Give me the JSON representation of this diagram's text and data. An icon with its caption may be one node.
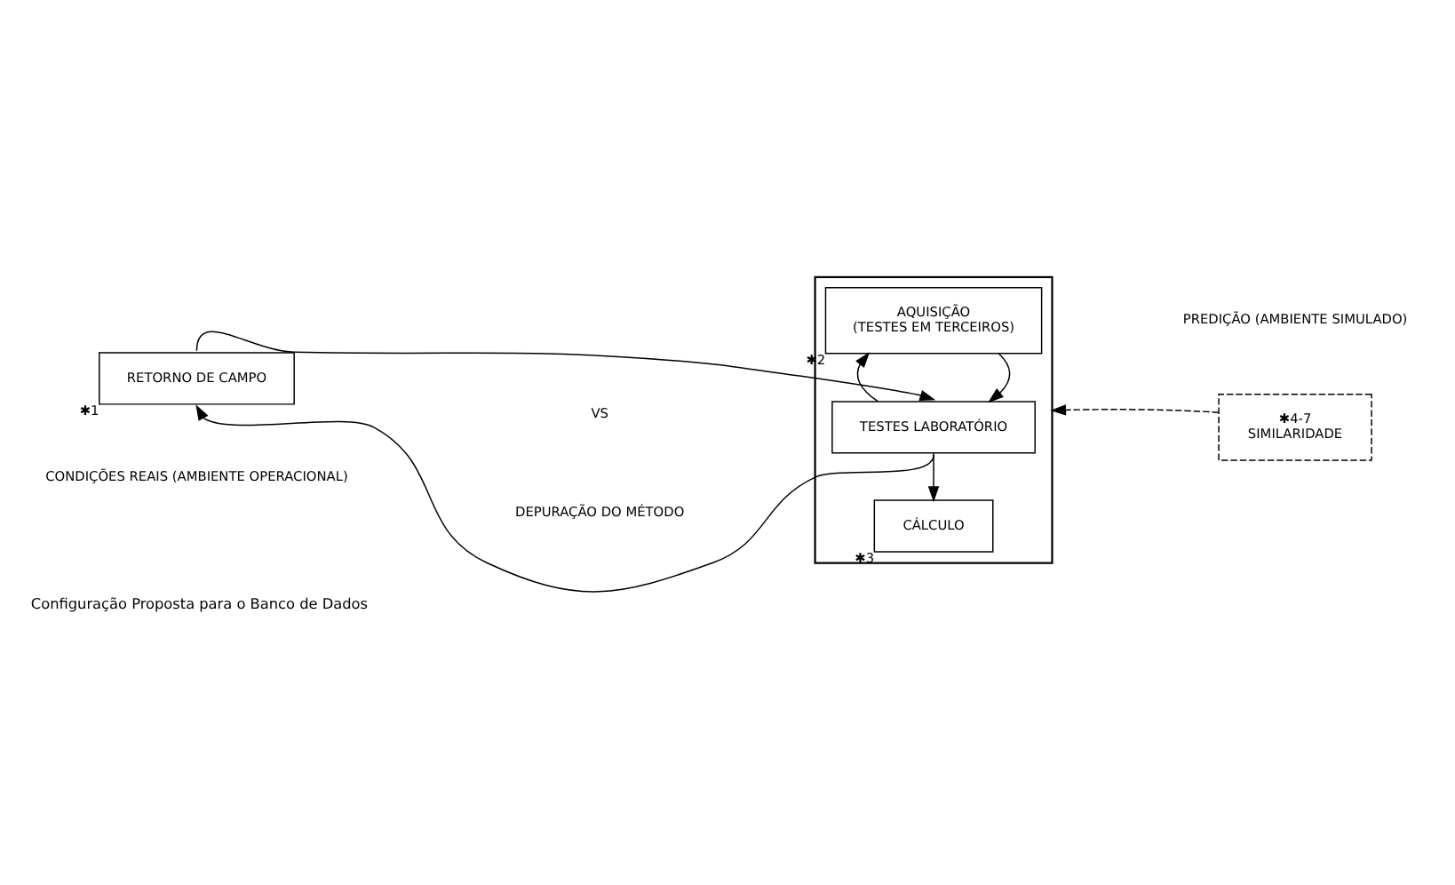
{
  "diagram": {
    "caption": "Configuração Proposta para o Banco de Dados",
    "nodes": [
      {
        "text": [
          "RETORNO DE CAMPO"
        ],
        "beside": [
          "✱1"
        ]
      },
      {
        "text": [],
        "shape": "box"
      },
      {
        "text": [
          "AQUISIÇÃO",
          "(TESTES EM TERCEIROS)"
        ],
        "in": 1,
        "beside": [
          "✱2"
        ]
      },
      {
        "text": [
          "TESTES LABORATÓRIO"
        ],
        "in": 1
      },
      {
        "text": [
          "CÁLCULO"
        ],
        "in": 1,
        "beside": [
          "✱3"
        ]
      },
      {
        "text": [
          "✱4-7",
          "SIMILARIDADE"
        ]
      }
    ],
    "edges": [
      {
        "from": 0,
        "to": 3,
        "arrow": "to"
      },
      {
        "from": 3,
        "to": 0,
        "arrow": "to"
      },
      {
        "from": 2,
        "to": 3,
        "arrow": "to"
      },
      {
        "from": 3,
        "to": 2,
        "arrow": "to"
      },
      {
        "from": 3,
        "to": 4,
        "arrow": "to"
      },
      {
        "from": 5,
        "to": 1,
        "arrow": "to",
        "style": "dashed"
      }
    ],
    "labels": [
      "CONDIÇÕES REAIS (AMBIENTE OPERACIONAL)",
      "VS",
      "PREDIÇÃO (AMBIENTE SIMULADO)",
      "DEPURAÇÃO DO MÉTODO"
    ]
  }
}
